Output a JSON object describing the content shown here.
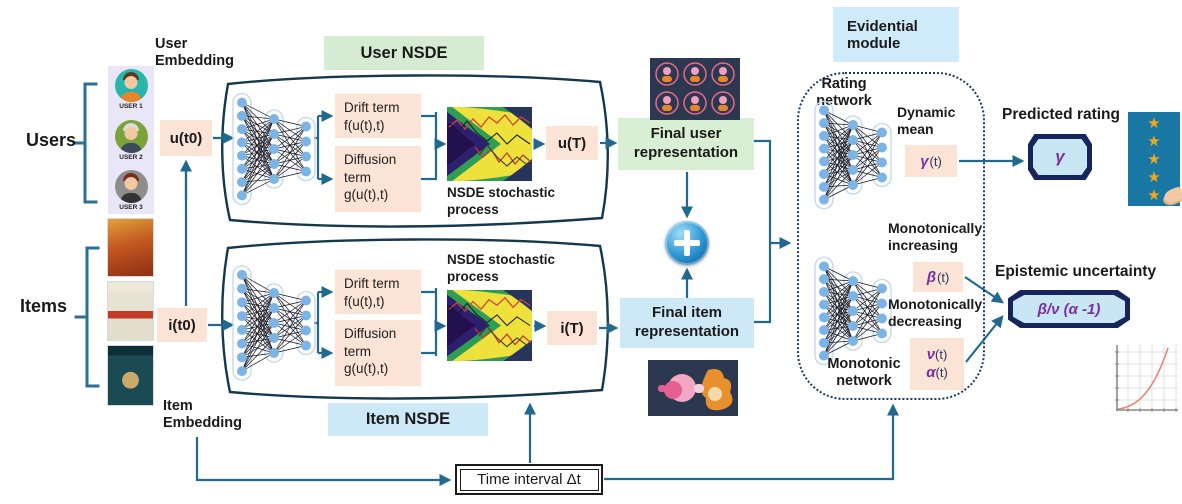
{
  "left": {
    "users_label": "Users",
    "items_label": "Items",
    "user_embedding": "User\nEmbedding",
    "item_embedding": "Item\nEmbedding",
    "avatars": [
      {
        "label": "USER 1"
      },
      {
        "label": "USER 2"
      },
      {
        "label": "USER 3"
      }
    ]
  },
  "nodes": {
    "u_t0": "u(t0)",
    "i_t0": "i(t0)",
    "u_T": "u(T)",
    "i_T": "i(T)"
  },
  "nsde": {
    "user_header": "User NSDE",
    "item_header": "Item NSDE",
    "drift": "Drift term\nf(u(t),t)",
    "diffusion": "Diffusion\nterm\ng(u(t),t)",
    "process_label": "NSDE stochastic\nprocess"
  },
  "fusion": {
    "final_user": "Final user\nrepresentation",
    "final_item": "Final item\nrepresentation"
  },
  "evidential": {
    "header": "Evidential\nmodule",
    "rating_network": "Rating\nnetwork",
    "monotonic_network": "Monotonic\nnetwork",
    "dynamic_mean": "Dynamic\nmean",
    "mono_increasing": "Monotonically\nincreasing",
    "mono_decreasing": "Monotonically\ndecreasing",
    "gamma_symbol": "γ",
    "gamma_suffix": "(t)",
    "beta_symbol": "β",
    "beta_suffix": "(t)",
    "nu_symbol": "ν",
    "nu_suffix": "(t)",
    "alpha_symbol": "α",
    "alpha_suffix": "(t)"
  },
  "outputs": {
    "predicted_rating_label": "Predicted rating",
    "predicted_symbol": "γ",
    "epistemic_label": "Epistemic uncertainty",
    "uncertainty_formula": "β/ν (α -1)",
    "star_icon": "★"
  },
  "time": {
    "interval_label": "Time interval Δt"
  },
  "colors": {
    "arrow": "#21698f",
    "container_stroke": "#14384e",
    "peach_box": "#fbe3d6",
    "green_header": "#d6ecd2",
    "blue_header": "#cde9f8",
    "evidential_header": "#cfeaf8",
    "badge_navy": "#16265c",
    "badge_fill": "#c9e6f5",
    "greek_purple": "#7a2fa0",
    "dotted_border": "#1c3c5e",
    "stars_background": "#1878a3",
    "star_gold": "#f0a818",
    "curve_red": "#e8837a"
  }
}
